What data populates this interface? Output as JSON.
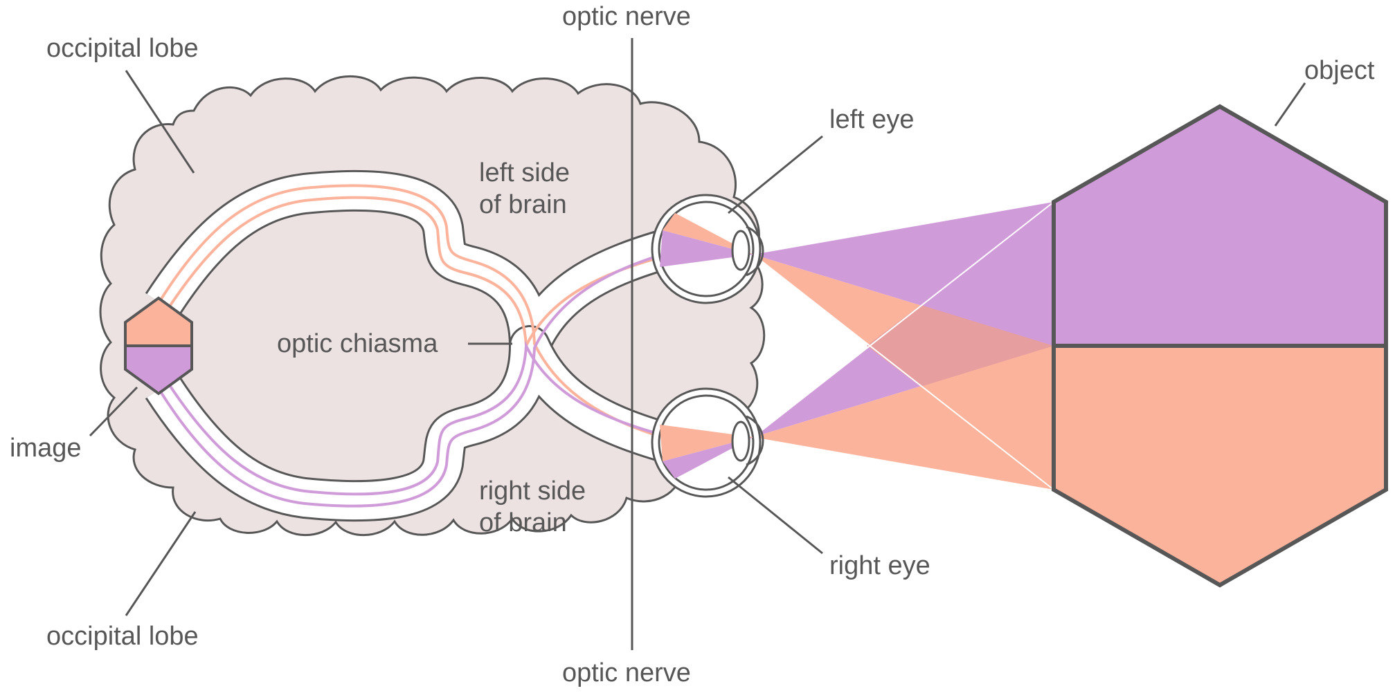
{
  "colors": {
    "upper_half": "#d09bd9",
    "lower_half": "#fcb39c",
    "brain_fill": "#ece2e1",
    "outline": "#575757",
    "overlap": "#e69e9f"
  },
  "labels": {
    "occipital_lobe_top": "occipital lobe",
    "occipital_lobe_bottom": "occipital lobe",
    "image": "image",
    "left_side_line1": "left side",
    "left_side_line2": "of brain",
    "right_side_line1": "right side",
    "right_side_line2": "of brain",
    "optic_chiasma": "optic chiasma",
    "optic_nerve_top": "optic nerve",
    "optic_nerve_bottom": "optic nerve",
    "left_eye": "left eye",
    "right_eye": "right eye",
    "object": "object"
  }
}
